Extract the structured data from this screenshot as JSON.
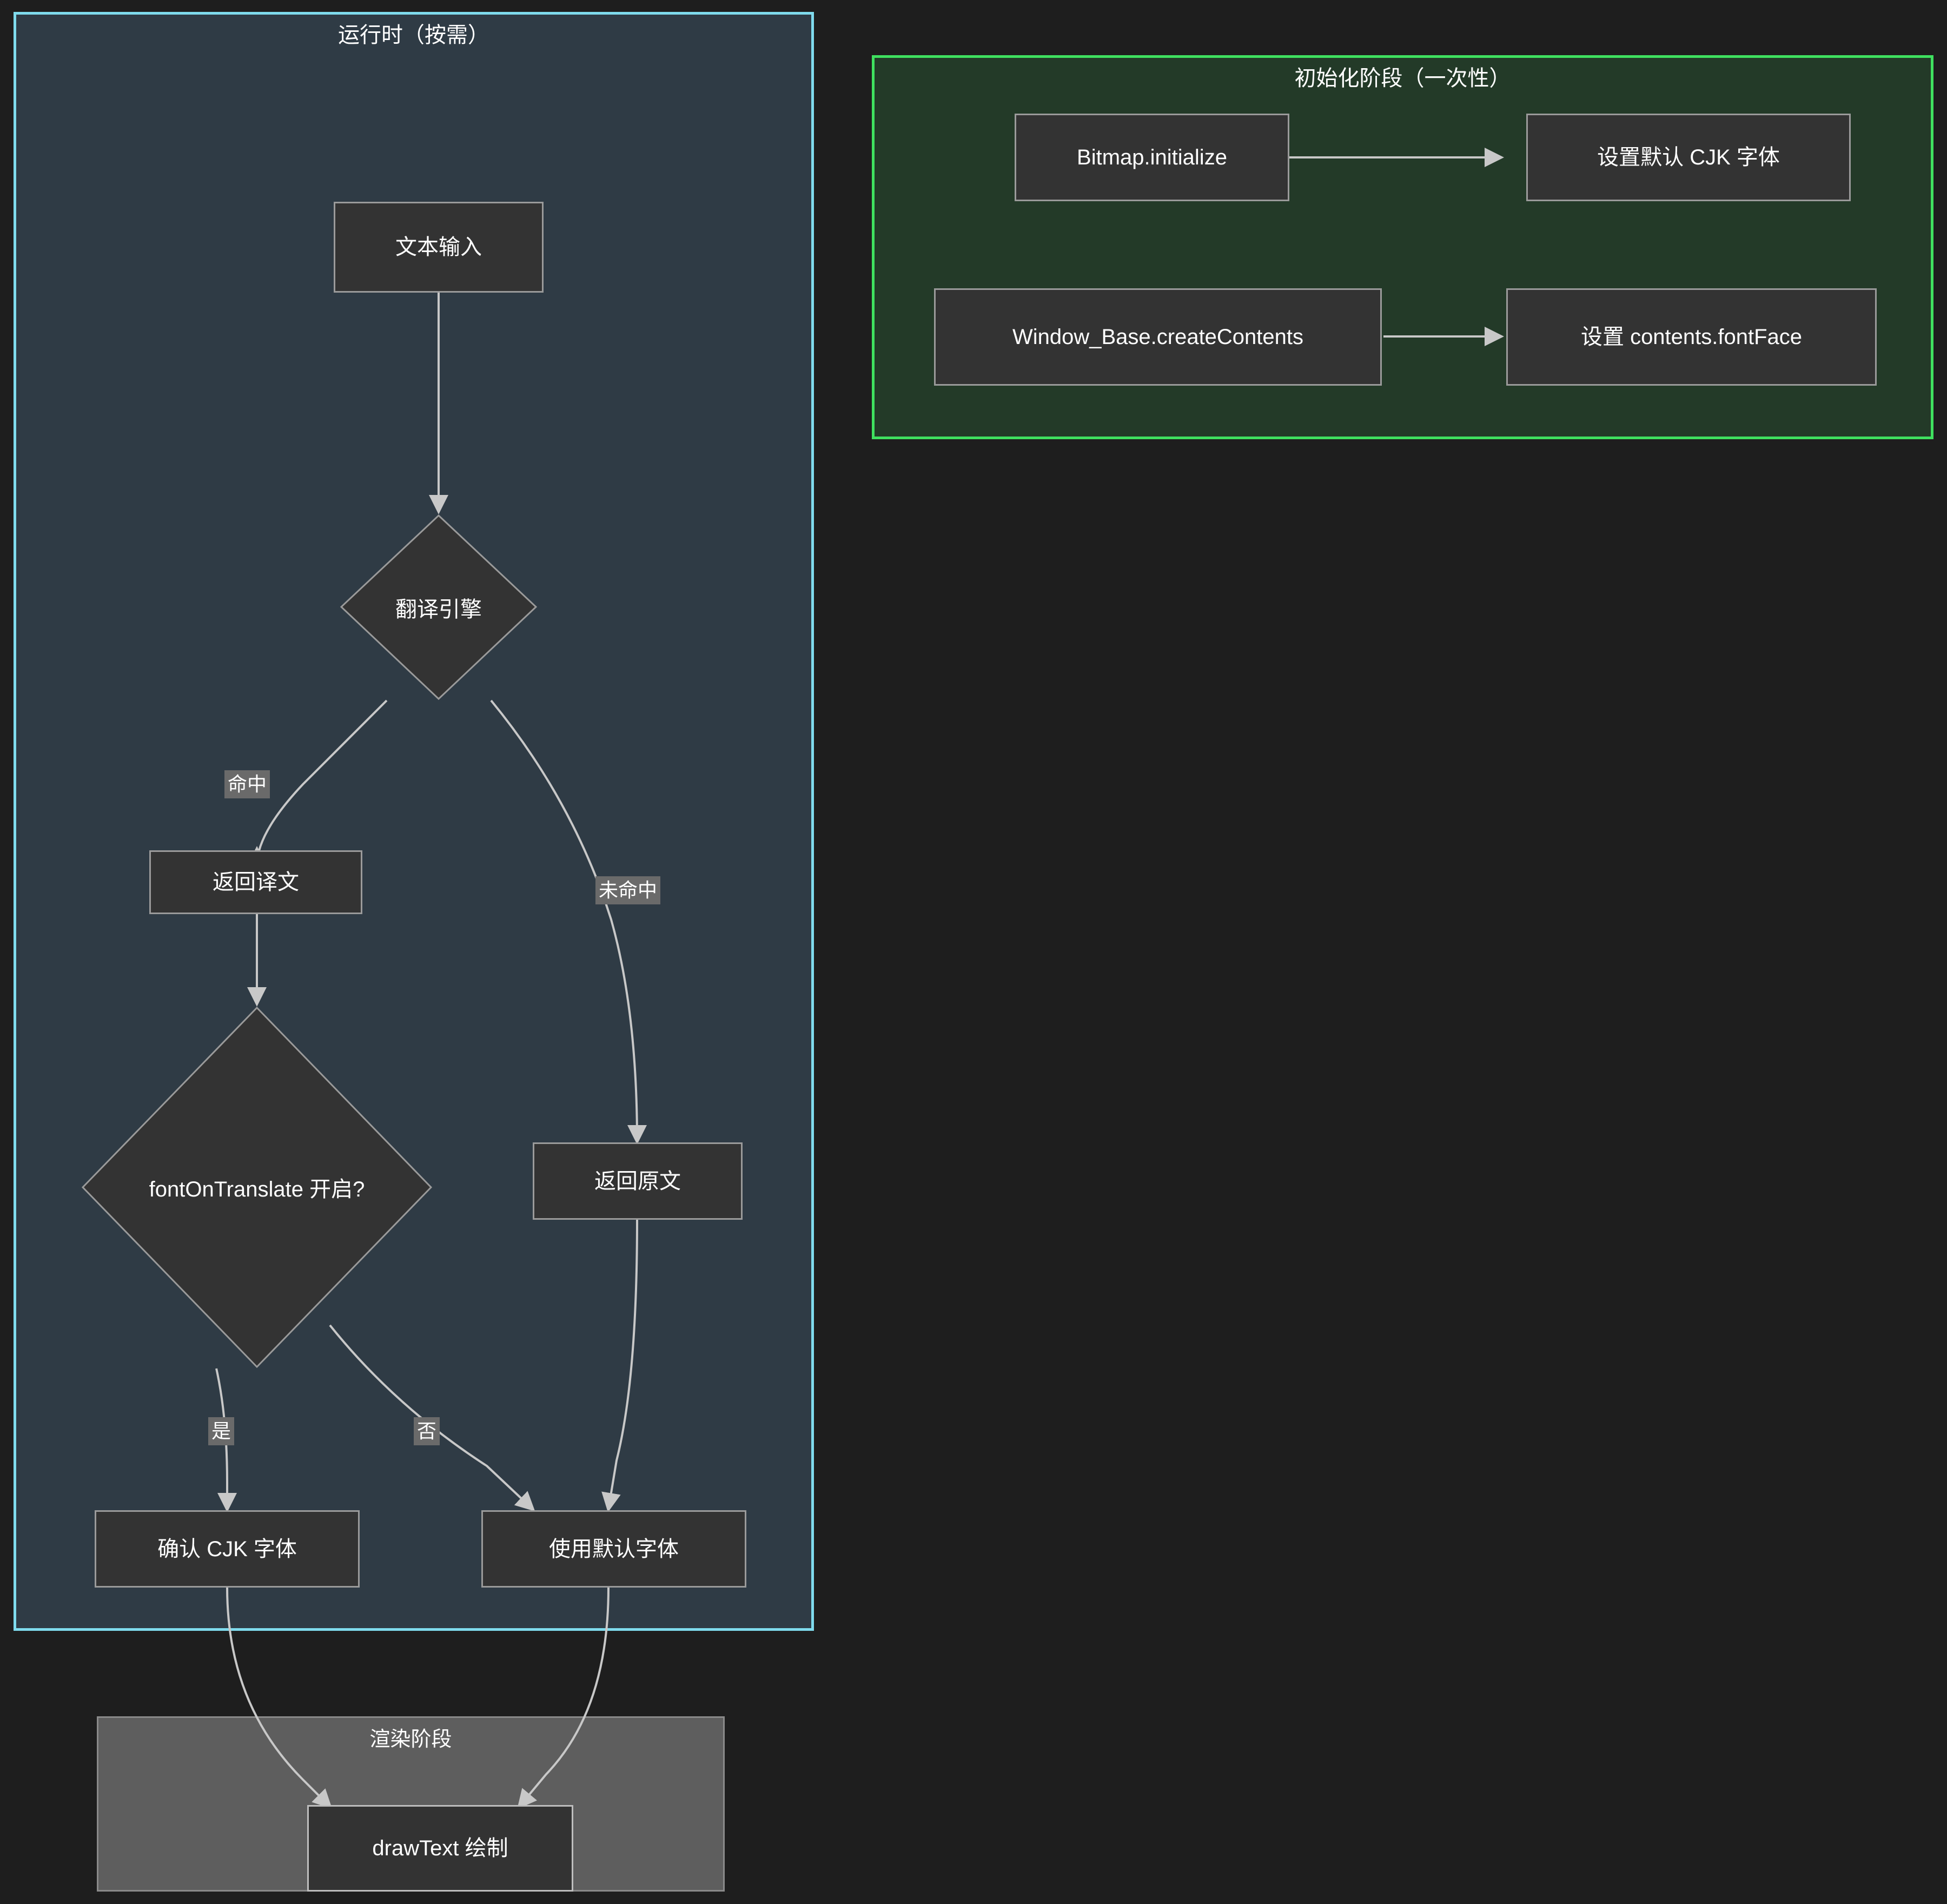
{
  "diagram": {
    "type": "flowchart",
    "title_runtime": "运行时（按需）",
    "title_init": "初始化阶段（一次性）",
    "title_render": "渲染阶段"
  },
  "runtime": {
    "title": "运行时（按需）",
    "nodes": {
      "text_input": "文本输入",
      "translate_engine": "翻译引擎",
      "return_translation": "返回译文",
      "return_original": "返回原文",
      "font_on_translate": "fontOnTranslate 开启?",
      "confirm_cjk_font": "确认 CJK 字体",
      "use_default_font": "使用默认字体"
    },
    "edge_labels": {
      "hit": "命中",
      "miss": "未命中",
      "yes": "是",
      "no": "否"
    }
  },
  "init": {
    "title": "初始化阶段（一次性）",
    "nodes": {
      "bitmap_initialize": "Bitmap.initialize",
      "set_default_cjk_font": "设置默认 CJK 字体",
      "window_base_create_contents": "Window_Base.createContents",
      "set_contents_fontface": "设置 contents.fontFace"
    }
  },
  "render": {
    "title": "渲染阶段",
    "nodes": {
      "draw_text": "drawText 绘制"
    }
  },
  "colors": {
    "page_background": "#1e1e1e",
    "runtime_fill": "#2f3b45",
    "runtime_border": "#7fdbed",
    "init_fill": "#233a28",
    "init_border": "#3fe05f",
    "render_fill": "#5e5e5e",
    "render_border": "#8a8a8a",
    "node_fill": "#333333",
    "node_border": "#9a9a9a",
    "edge_stroke": "#c8c8c8",
    "edge_label_fill": "#6a6a6a",
    "text": "#ffffff"
  }
}
